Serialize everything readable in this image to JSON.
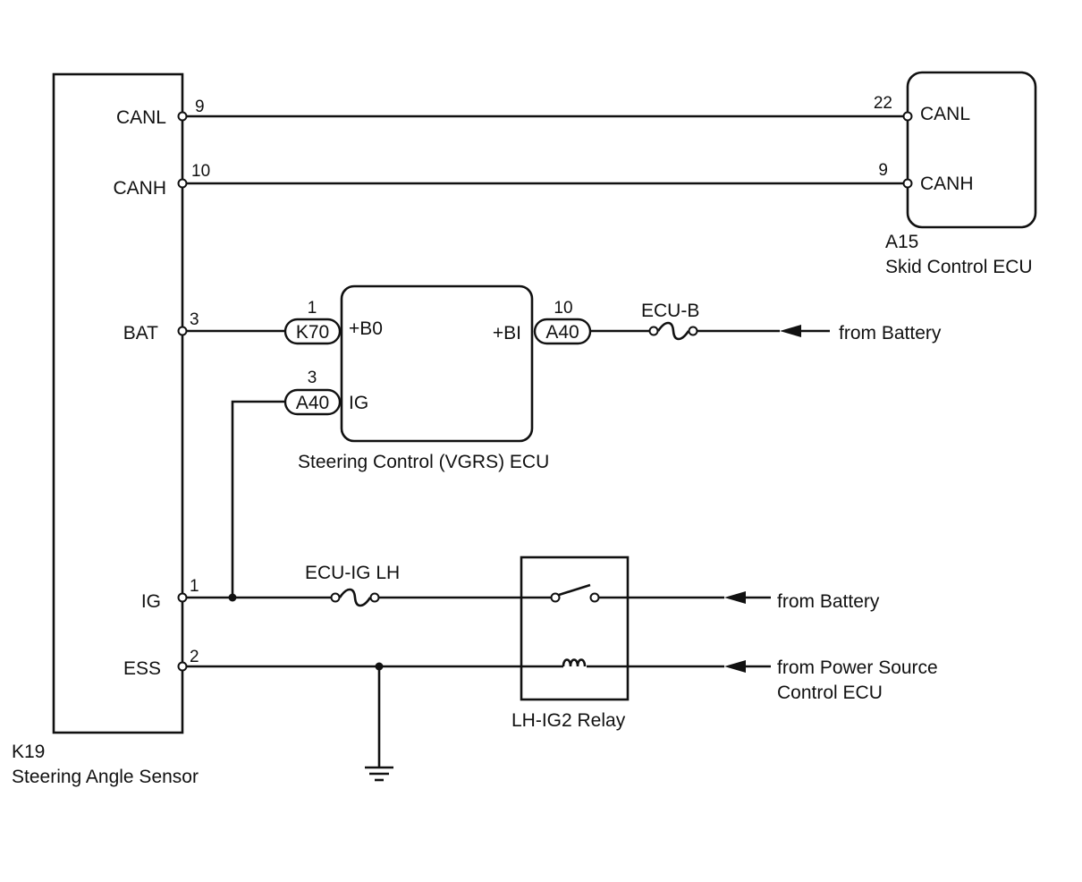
{
  "components": {
    "sensor": {
      "code": "K19",
      "name": "Steering Angle Sensor",
      "pins": {
        "canl": "CANL",
        "canh": "CANH",
        "bat": "BAT",
        "ig": "IG",
        "ess": "ESS"
      },
      "pin_numbers": {
        "canl": "9",
        "canh": "10",
        "bat": "3",
        "ig": "1",
        "ess": "2"
      }
    },
    "skid": {
      "code": "A15",
      "name": "Skid Control ECU",
      "pins": {
        "canl": "CANL",
        "canh": "CANH"
      },
      "pin_numbers": {
        "canl": "22",
        "canh": "9"
      }
    },
    "vgrs": {
      "name": "Steering Control (VGRS) ECU",
      "pins": {
        "b0": "+B0",
        "bi": "+BI",
        "ig": "IG"
      },
      "connectors": {
        "b0": "K70",
        "bi": "A40",
        "ig": "A40"
      },
      "pin_numbers": {
        "b0": "1",
        "bi": "10",
        "ig": "3"
      }
    },
    "relay": {
      "name": "LH-IG2 Relay"
    }
  },
  "fuses": {
    "ecu_b": "ECU-B",
    "ecu_ig_lh": "ECU-IG LH"
  },
  "sources": {
    "battery_1": "from Battery",
    "battery_2": "from Battery",
    "power_source_line1": "from Power Source",
    "power_source_line2": "Control ECU"
  }
}
